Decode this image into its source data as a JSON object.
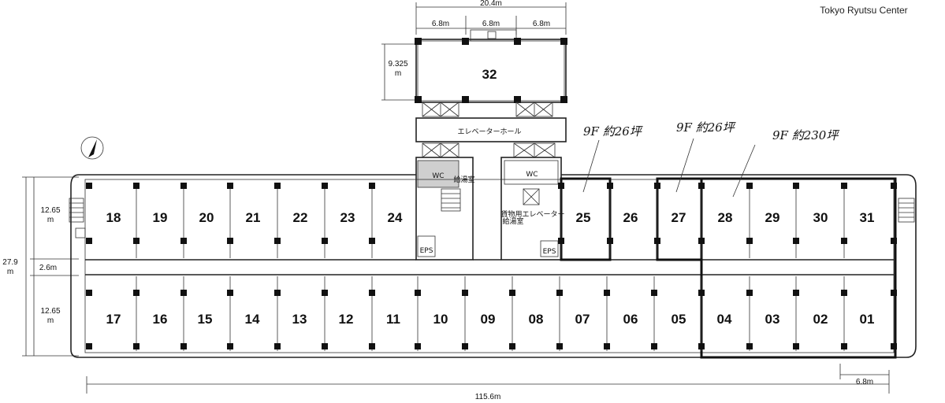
{
  "logo": {
    "text": "Tokyo Ryutsu Center"
  },
  "dimensions": {
    "top_total": "20.4m",
    "top_left": "6.8m",
    "top_mid": "6.8m",
    "top_right": "6.8m",
    "tower_depth": "9.325",
    "tower_depth_unit": "m",
    "left_upper": "12.65",
    "left_upper_unit": "m",
    "left_total": "27.9",
    "left_total_unit": "m",
    "left_corridor": "2.6m",
    "left_lower": "12.65",
    "left_lower_unit": "m",
    "bottom_total": "115.6m",
    "bottom_right": "6.8m"
  },
  "rooms": {
    "elevator_hall": "エレベーターホール",
    "wc_left": "WC",
    "wc_right": "WC",
    "eps_left": "EPS",
    "eps_right": "EPS",
    "freight_elevator": "貨物用エレベーター",
    "small_room_left": "給湯室",
    "small_room_right": "給湯室"
  },
  "units_top": [
    "18",
    "19",
    "20",
    "21",
    "22",
    "23",
    "24",
    "25",
    "26",
    "27",
    "28",
    "29",
    "30",
    "31"
  ],
  "units_bottom": [
    "17",
    "16",
    "15",
    "14",
    "13",
    "12",
    "11",
    "10",
    "09",
    "08",
    "07",
    "06",
    "05",
    "04",
    "03",
    "02",
    "01"
  ],
  "unit_tower": "32",
  "annotations": {
    "note_25": "9F 約26坪",
    "note_27": "9F 約26坪",
    "note_28": "9F 約230坪"
  }
}
